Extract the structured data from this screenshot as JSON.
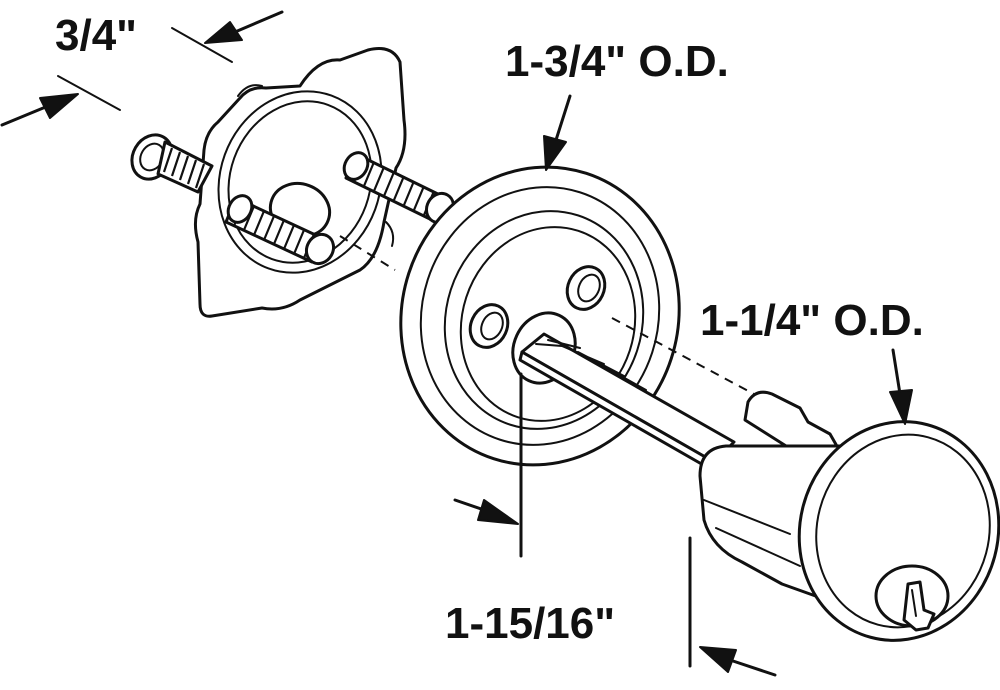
{
  "diagram": {
    "labels": {
      "mounting_depth": "3/4\"",
      "trim_ring_od": "1-3/4\" O.D.",
      "cylinder_od": "1-1/4\" O.D.",
      "cylinder_length": "1-15/16\""
    }
  }
}
